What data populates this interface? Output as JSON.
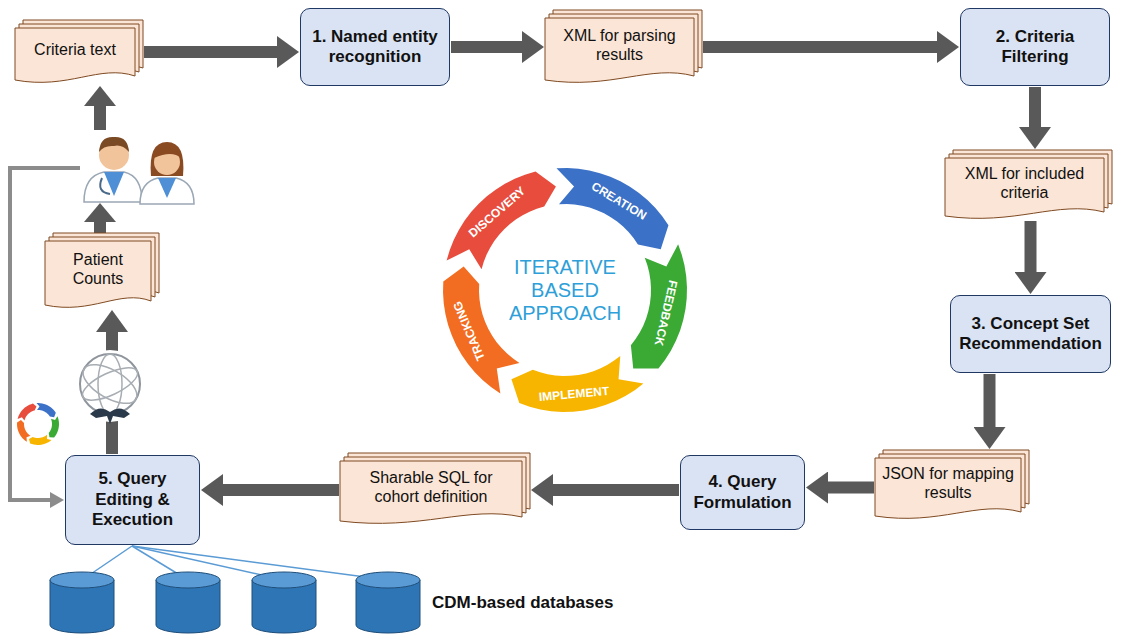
{
  "diagram": {
    "nodes": [
      {
        "text": [
          "Criteria text"
        ]
      },
      {
        "text": [
          "1. Named entity recognition"
        ]
      },
      {
        "text": [
          "XML for parsing results"
        ]
      },
      {
        "text": [
          "2. Criteria Filtering"
        ]
      },
      {
        "text": [
          "XML for included criteria"
        ]
      },
      {
        "text": [
          "3. Concept Set Recommendation"
        ]
      },
      {
        "text": [
          "JSON for mapping results"
        ]
      },
      {
        "text": [
          "4. Query Formulation"
        ]
      },
      {
        "text": [
          "Sharable SQL for cohort definition"
        ]
      },
      {
        "text": [
          "5. Query Editing & Execution"
        ]
      },
      {
        "text": [
          "Patient Counts"
        ]
      }
    ],
    "edges": [
      {
        "from": 0,
        "to": 1,
        "arrow": "to"
      },
      {
        "from": 1,
        "to": 2,
        "arrow": "to"
      },
      {
        "from": 2,
        "to": 3,
        "arrow": "to"
      },
      {
        "from": 3,
        "to": 4,
        "arrow": "to"
      },
      {
        "from": 4,
        "to": 5,
        "arrow": "to"
      },
      {
        "from": 5,
        "to": 6,
        "arrow": "to"
      },
      {
        "from": 6,
        "to": 7,
        "arrow": "to"
      },
      {
        "from": 7,
        "to": 8,
        "arrow": "to"
      },
      {
        "from": 8,
        "to": 9,
        "arrow": "to"
      },
      {
        "from": 9,
        "to": 10,
        "arrow": "to"
      }
    ],
    "labels": [
      "DISCOVERY",
      "CREATION",
      "FEEDBACK",
      "IMPLEMENT",
      "TRACKING",
      "ITERATIVE BASED APPROACH",
      "CDM-based databases"
    ]
  }
}
